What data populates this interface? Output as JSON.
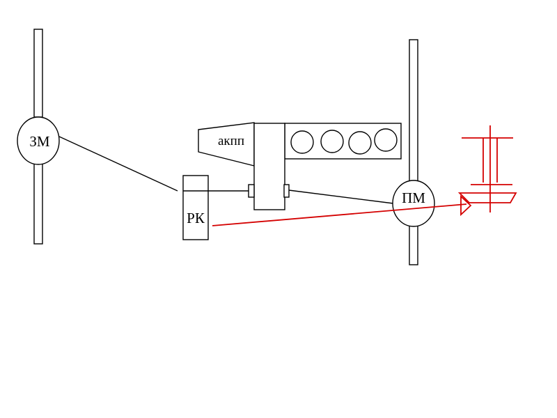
{
  "labels": {
    "rear_axle": "ЗМ",
    "front_axle": "ПМ",
    "transfer_case": "РК",
    "gearbox": "акпп"
  },
  "colors": {
    "stroke": "#000000",
    "highlight": "#d40000",
    "background": "#ffffff"
  }
}
